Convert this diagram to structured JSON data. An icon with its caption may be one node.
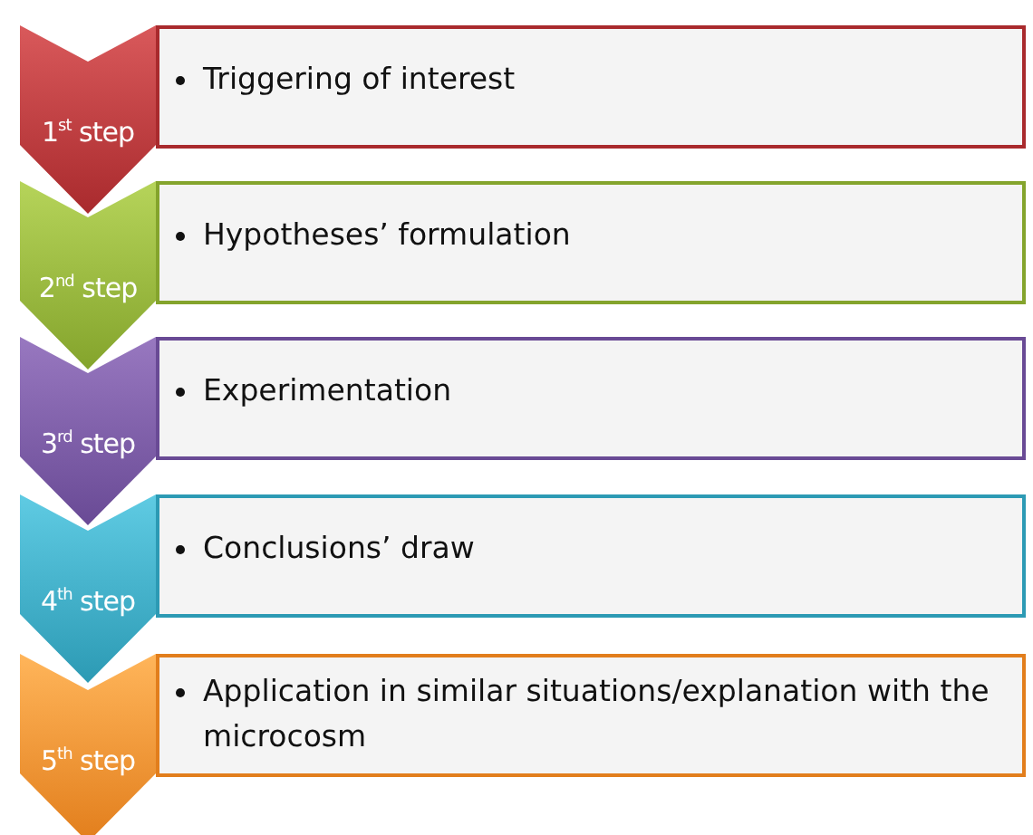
{
  "diagram": {
    "nodes": [
      {
        "text": [
          "1$^{st}$ step"
        ]
      },
      {
        "text": [
          "Triggering of interest"
        ]
      },
      {
        "text": [
          "2$^{nd}$ step"
        ]
      },
      {
        "text": [
          "Hypotheses’ formulation"
        ]
      },
      {
        "text": [
          "3$^{rd}$ step"
        ]
      },
      {
        "text": [
          "Experimentation"
        ]
      },
      {
        "text": [
          "4$^{th}$ step"
        ]
      },
      {
        "text": [
          "Conclusions’ draw"
        ]
      },
      {
        "text": [
          "5$^{th}$ step"
        ]
      },
      {
        "text": [
          "Application in similar situations/explanation with the microcosm"
        ]
      }
    ]
  }
}
